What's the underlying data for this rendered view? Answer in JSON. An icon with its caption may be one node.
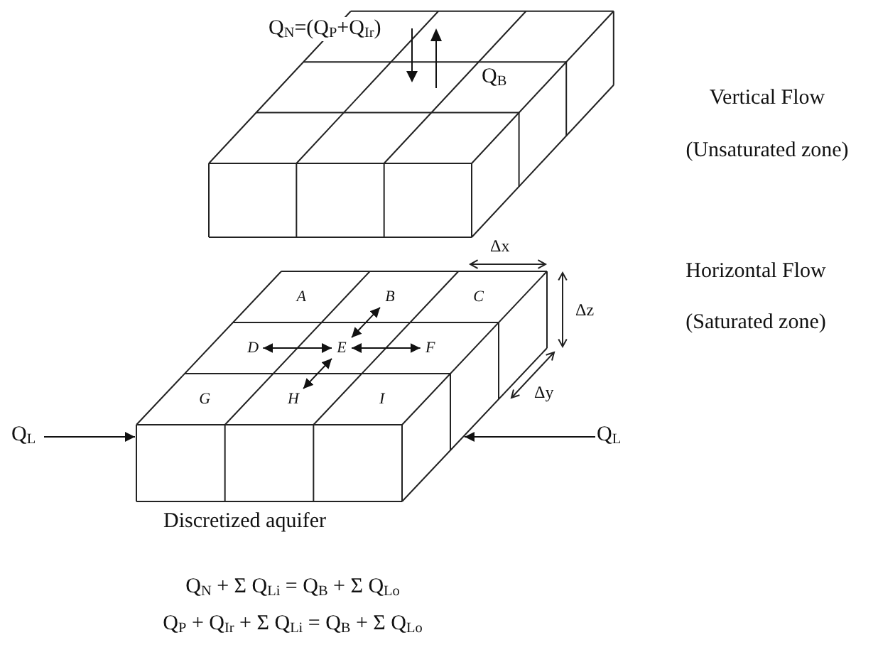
{
  "diagram": {
    "nodes": [
      {
        "text": [
          "Q$_{N}$=(Q$_{P}$+Q$_{Ir}$)",
          "Q$_{B}$"
        ]
      },
      {
        "text": [],
        "shape": "box",
        "beside": [
          "Discretized aquifer"
        ]
      },
      {
        "text": [
          "A"
        ],
        "in": 1
      },
      {
        "text": [
          "B"
        ],
        "in": 1
      },
      {
        "text": [
          "C"
        ],
        "in": 1
      },
      {
        "text": [
          "D"
        ],
        "in": 1
      },
      {
        "text": [
          "E"
        ],
        "in": 1
      },
      {
        "text": [
          "F"
        ],
        "in": 1
      },
      {
        "text": [
          "G"
        ],
        "in": 1
      },
      {
        "text": [
          "H"
        ],
        "in": 1
      },
      {
        "text": [
          "I"
        ],
        "in": 1
      },
      {
        "text": [
          "Q$_{L}$"
        ]
      },
      {
        "text": [
          "Q$_{L}$"
        ]
      }
    ],
    "edges": [
      {
        "from": 11,
        "to": 1,
        "arrow": "to"
      },
      {
        "from": 12,
        "to": 1,
        "arrow": "to"
      },
      {
        "from": 6,
        "to": 3,
        "arrow": "both"
      },
      {
        "from": 6,
        "to": 5,
        "arrow": "both"
      },
      {
        "from": 6,
        "to": 7,
        "arrow": "both"
      },
      {
        "from": 6,
        "to": 9,
        "arrow": "both"
      }
    ],
    "labels": [
      "Vertical Flow",
      "(Unsaturated zone)",
      "Horizontal Flow",
      "(Saturated zone)",
      "Δx",
      "Δz",
      "Δy",
      "Q$_{N}$ + Σ Q$_{Li}$ = Q$_{B}$ + Σ Q$_{Lo}$",
      "Q$_{P}$ + Q$_{Ir}$ + Σ Q$_{Li}$ = Q$_{B}$ + Σ Q$_{Lo}$"
    ]
  }
}
